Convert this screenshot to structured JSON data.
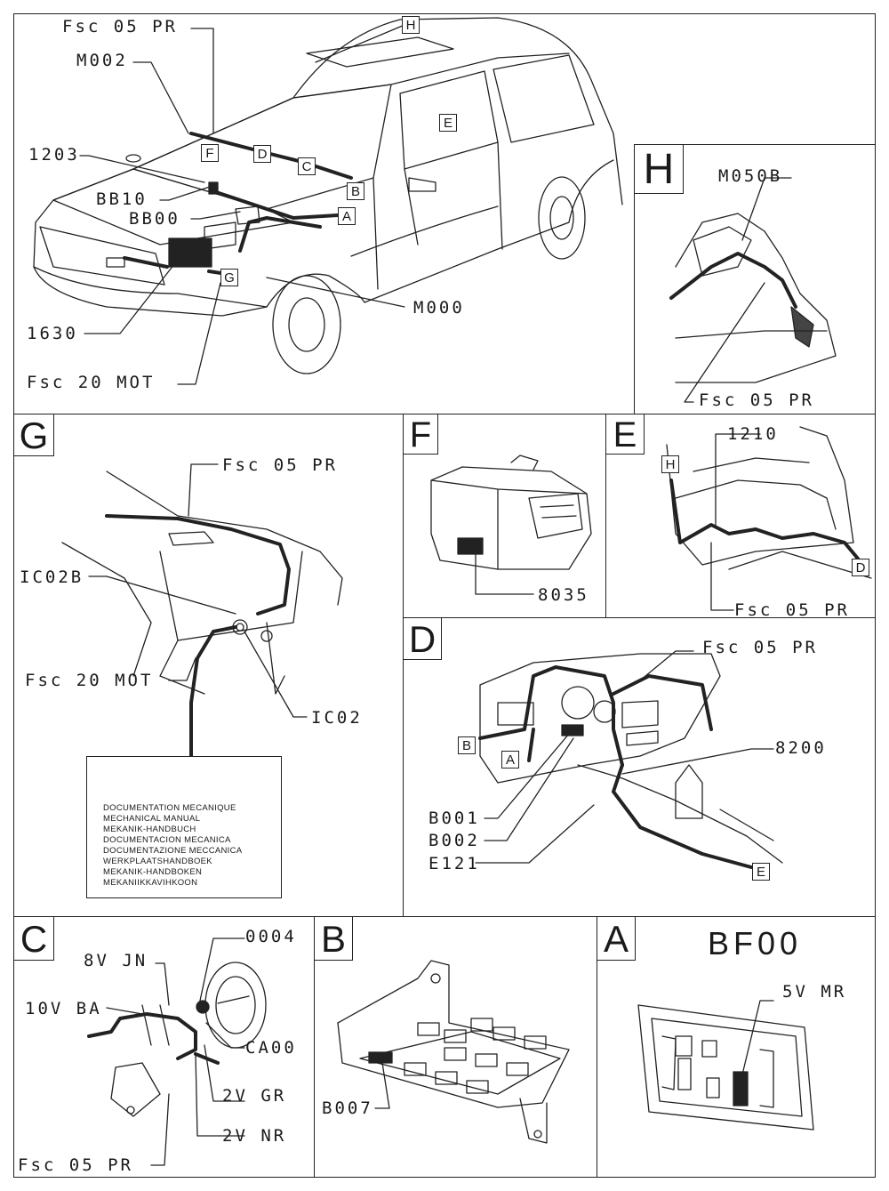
{
  "main_view": {
    "callouts": {
      "fsc05pr": "Fsc 05 PR",
      "m002": "M002",
      "c1203": "1203",
      "bb10": "BB10",
      "bb00": "BB00",
      "c1630": "1630",
      "fsc20mot": "Fsc 20 MOT",
      "m000": "M000"
    },
    "markers": [
      "H",
      "E",
      "F",
      "D",
      "C",
      "B",
      "A",
      "G"
    ]
  },
  "panel_h": {
    "label": "H",
    "callouts": {
      "m050b": "M050B",
      "fsc05pr": "Fsc 05 PR"
    }
  },
  "panel_g": {
    "label": "G",
    "callouts": {
      "fsc05pr": "Fsc 05 PR",
      "ic02b": "IC02B",
      "fsc20mot": "Fsc 20 MOT",
      "ic02": "IC02"
    },
    "doc_box": [
      "DOCUMENTATION MECANIQUE",
      "MECHANICAL MANUAL",
      "MEKANIK-HANDBUCH",
      "DOCUMENTACION MECANICA",
      "DOCUMENTAZIONE MECCANICA",
      "WERKPLAATSHANDBOEK",
      "MEKANIK-HANDBOKEN",
      "MEKANIIKKAVIHKOON"
    ]
  },
  "panel_f": {
    "label": "F",
    "callouts": {
      "c8035": "8035"
    }
  },
  "panel_e": {
    "label": "E",
    "callouts": {
      "c1210": "1210",
      "fsc05pr": "Fsc 05 PR"
    },
    "markers": [
      "H",
      "D"
    ]
  },
  "panel_d": {
    "label": "D",
    "callouts": {
      "fsc05pr": "Fsc 05 PR",
      "c8200": "8200",
      "b001": "B001",
      "b002": "B002",
      "e121": "E121"
    },
    "markers": [
      "B",
      "A",
      "E"
    ]
  },
  "panel_c": {
    "label": "C",
    "callouts": {
      "c0004": "0004",
      "v8jn": "8V JN",
      "v10ba": "10V BA",
      "ca00": "CA00",
      "v2gr": "2V GR",
      "v2nr": "2V NR",
      "fsc05pr": "Fsc 05 PR"
    }
  },
  "panel_b": {
    "label": "B",
    "callouts": {
      "b007": "B007"
    }
  },
  "panel_a": {
    "label": "A",
    "title": "BF00",
    "callouts": {
      "v5mr": "5V MR"
    }
  }
}
